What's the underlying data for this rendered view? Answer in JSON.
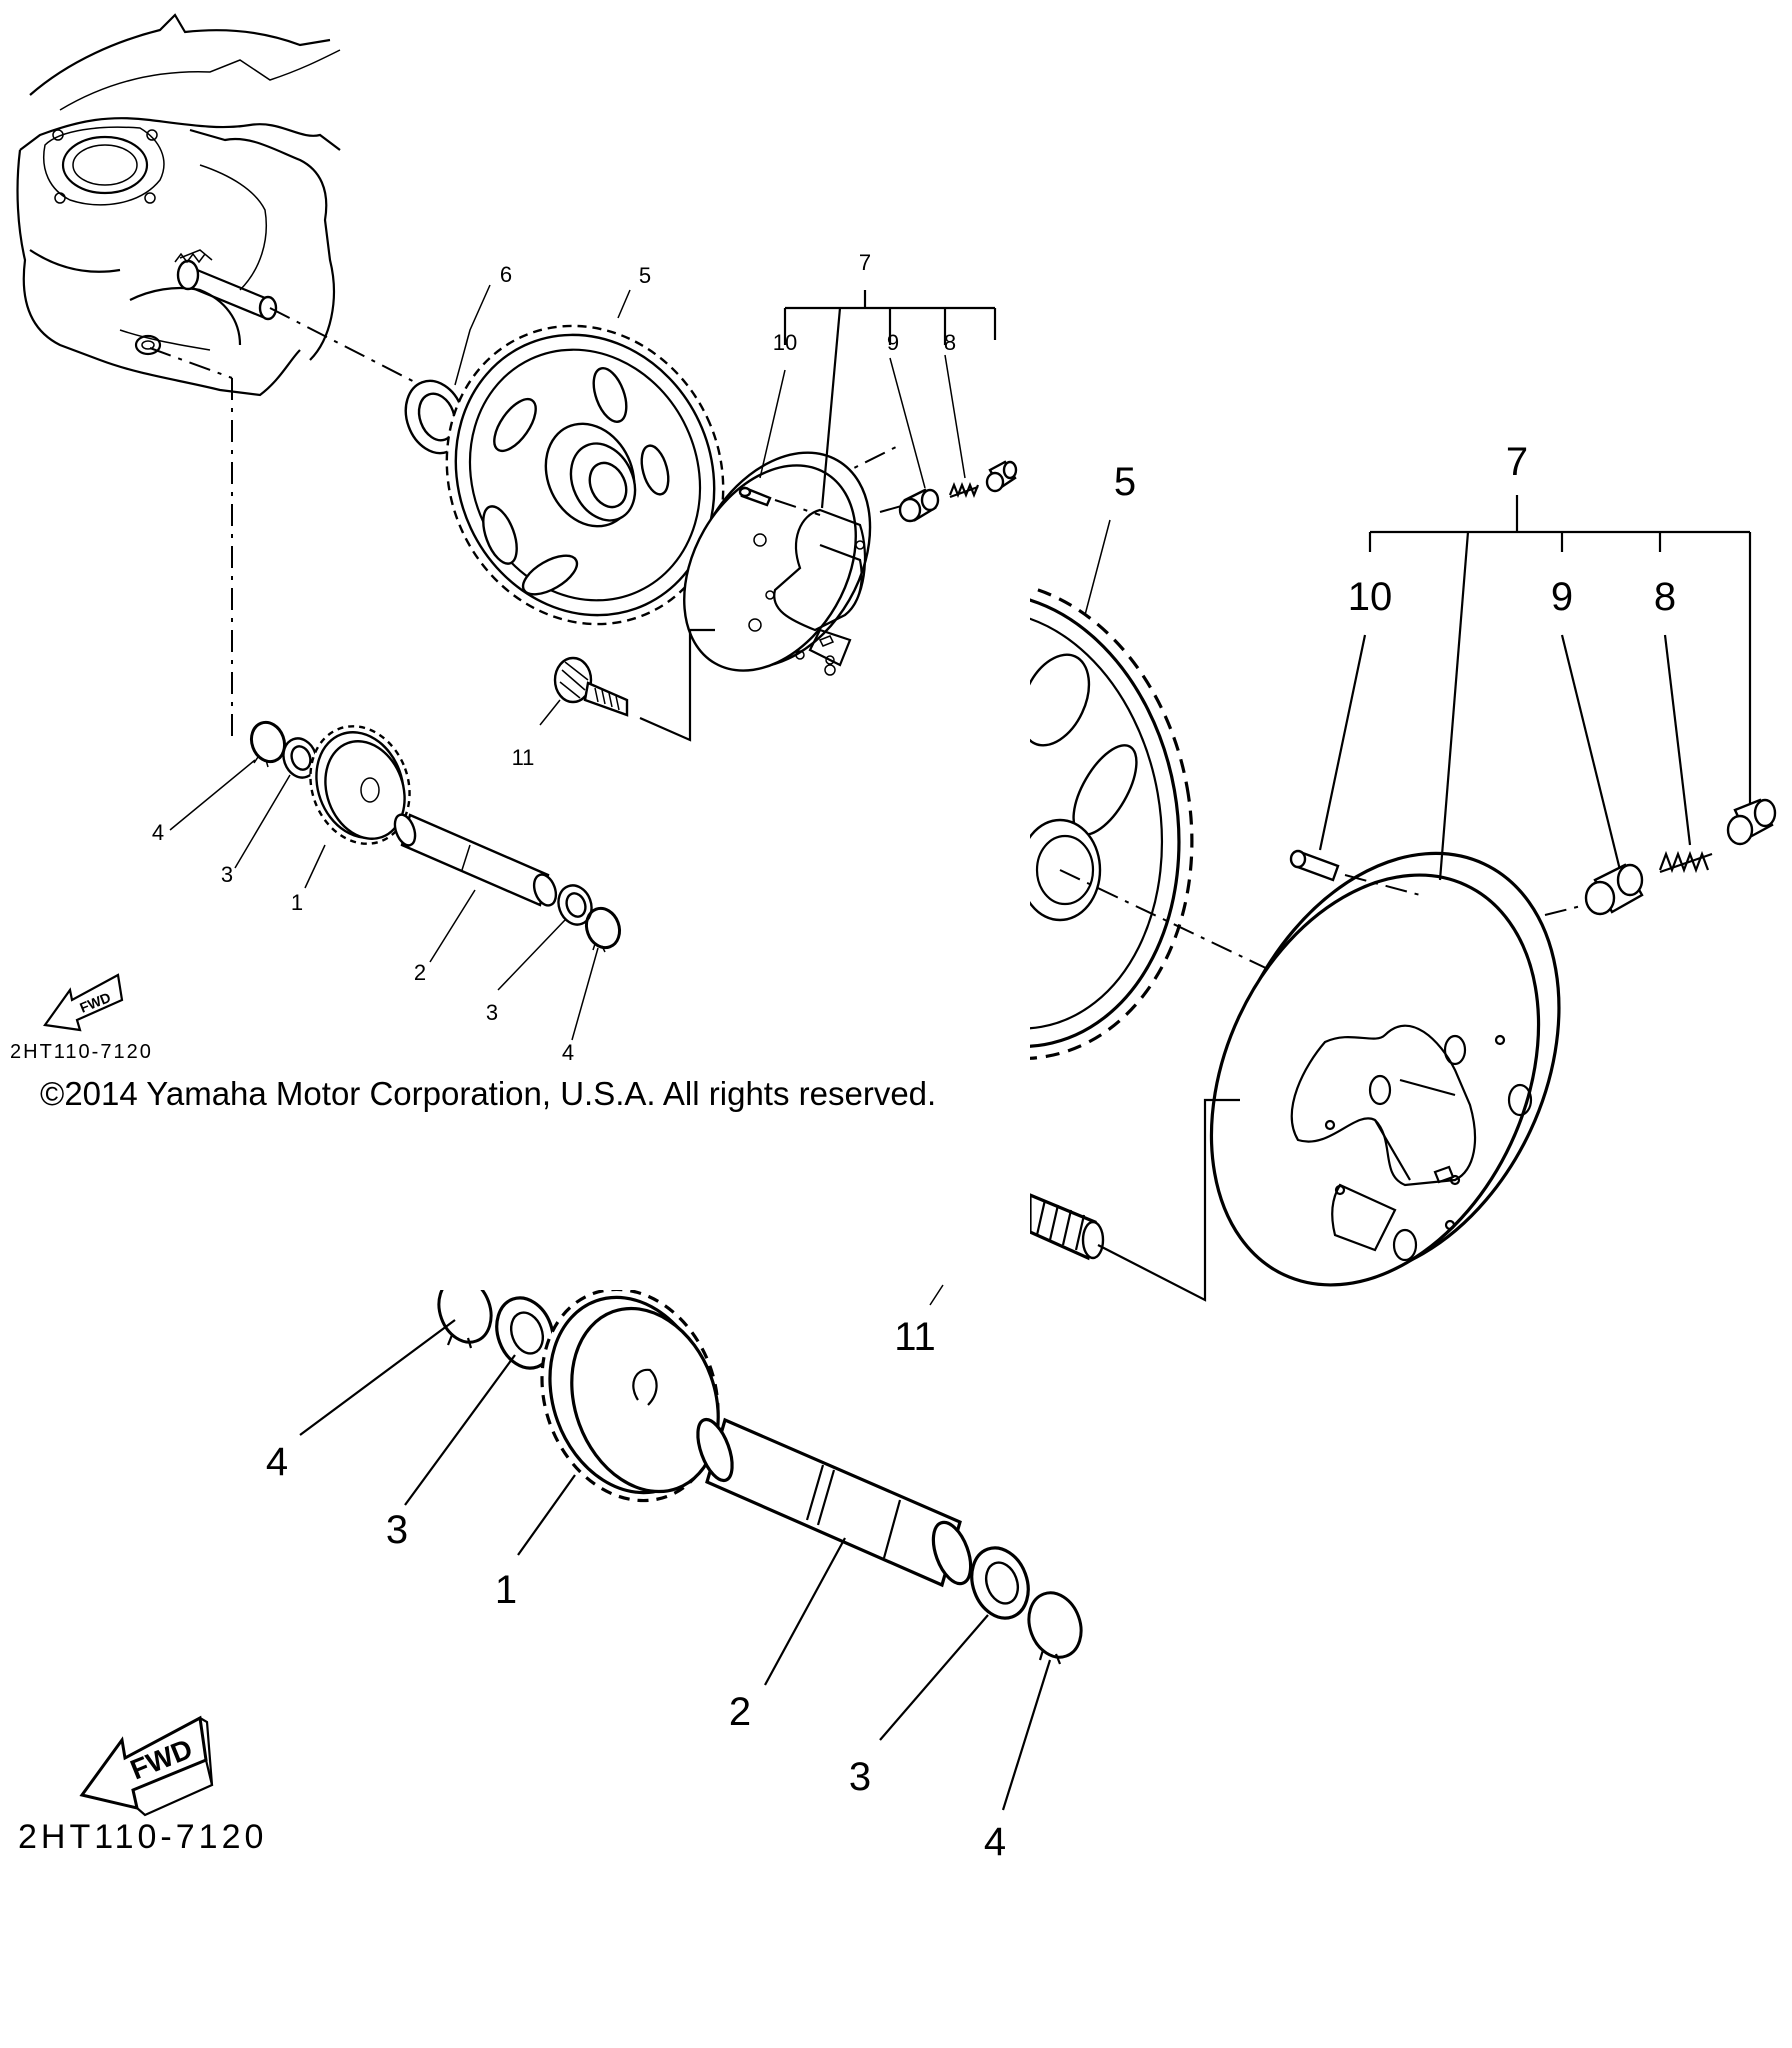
{
  "copyright": "©2014 Yamaha Motor Corporation, U.S.A. All rights reserved.",
  "diagram_code": "2HT110-7120",
  "fwd_label": "FWD",
  "parts_small": {
    "p1": "1",
    "p2": "2",
    "p3a": "3",
    "p3b": "3",
    "p4a": "4",
    "p4b": "4",
    "p5": "5",
    "p6": "6",
    "p7": "7",
    "p8": "8",
    "p9": "9",
    "p10": "10",
    "p11": "11"
  },
  "parts_large": {
    "p1": "1",
    "p2": "2",
    "p3a": "3",
    "p3b": "3",
    "p4a": "4",
    "p4b": "4",
    "p5": "5",
    "p7": "7",
    "p8": "8",
    "p9": "9",
    "p10": "10",
    "p11": "11"
  }
}
